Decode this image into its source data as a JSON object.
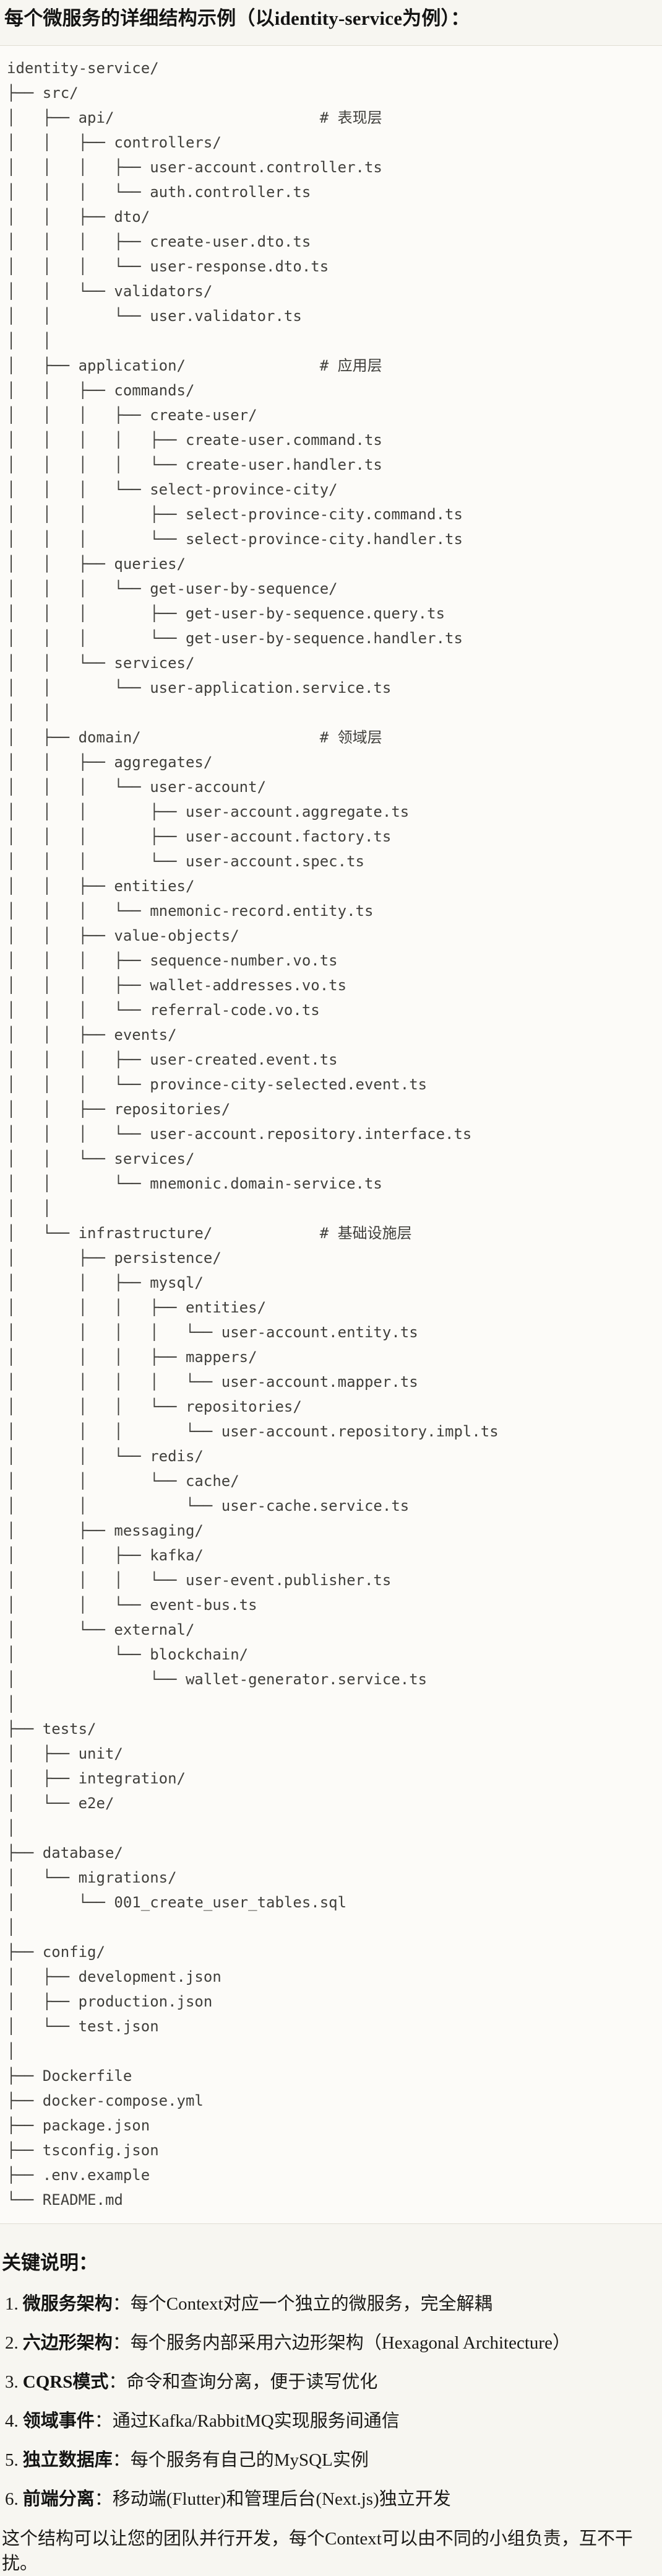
{
  "heading": "每个微服务的详细结构示例（以identity-service为例）：",
  "code_block": {
    "tree_text": "identity-service/\n├── src/\n│   ├── api/                       # 表现层\n│   │   ├── controllers/\n│   │   │   ├── user-account.controller.ts\n│   │   │   └── auth.controller.ts\n│   │   ├── dto/\n│   │   │   ├── create-user.dto.ts\n│   │   │   └── user-response.dto.ts\n│   │   └── validators/\n│   │       └── user.validator.ts\n│   │\n│   ├── application/               # 应用层\n│   │   ├── commands/\n│   │   │   ├── create-user/\n│   │   │   │   ├── create-user.command.ts\n│   │   │   │   └── create-user.handler.ts\n│   │   │   └── select-province-city/\n│   │   │       ├── select-province-city.command.ts\n│   │   │       └── select-province-city.handler.ts\n│   │   ├── queries/\n│   │   │   └── get-user-by-sequence/\n│   │   │       ├── get-user-by-sequence.query.ts\n│   │   │       └── get-user-by-sequence.handler.ts\n│   │   └── services/\n│   │       └── user-application.service.ts\n│   │\n│   ├── domain/                    # 领域层\n│   │   ├── aggregates/\n│   │   │   └── user-account/\n│   │   │       ├── user-account.aggregate.ts\n│   │   │       ├── user-account.factory.ts\n│   │   │       └── user-account.spec.ts\n│   │   ├── entities/\n│   │   │   └── mnemonic-record.entity.ts\n│   │   ├── value-objects/\n│   │   │   ├── sequence-number.vo.ts\n│   │   │   ├── wallet-addresses.vo.ts\n│   │   │   └── referral-code.vo.ts\n│   │   ├── events/\n│   │   │   ├── user-created.event.ts\n│   │   │   └── province-city-selected.event.ts\n│   │   ├── repositories/\n│   │   │   └── user-account.repository.interface.ts\n│   │   └── services/\n│   │       └── mnemonic.domain-service.ts\n│   │\n│   └── infrastructure/            # 基础设施层\n│       ├── persistence/\n│       │   ├── mysql/\n│       │   │   ├── entities/\n│       │   │   │   └── user-account.entity.ts\n│       │   │   ├── mappers/\n│       │   │   │   └── user-account.mapper.ts\n│       │   │   └── repositories/\n│       │   │       └── user-account.repository.impl.ts\n│       │   └── redis/\n│       │       └── cache/\n│       │           └── user-cache.service.ts\n│       ├── messaging/\n│       │   ├── kafka/\n│       │   │   └── user-event.publisher.ts\n│       │   └── event-bus.ts\n│       └── external/\n│           └── blockchain/\n│               └── wallet-generator.service.ts\n│\n├── tests/\n│   ├── unit/\n│   ├── integration/\n│   └── e2e/\n│\n├── database/\n│   └── migrations/\n│       └── 001_create_user_tables.sql\n│\n├── config/\n│   ├── development.json\n│   ├── production.json\n│   └── test.json\n│\n├── Dockerfile\n├── docker-compose.yml\n├── package.json\n├── tsconfig.json\n├── .env.example\n└── README.md"
  },
  "notes": {
    "heading": "关键说明：",
    "items": [
      {
        "num": "1.",
        "term": "微服务架构",
        "desc": "：每个Context对应一个独立的微服务，完全解耦"
      },
      {
        "num": "2.",
        "term": "六边形架构",
        "desc": "：每个服务内部采用六边形架构（Hexagonal Architecture）"
      },
      {
        "num": "3.",
        "term": "CQRS模式",
        "desc": "：命令和查询分离，便于读写优化"
      },
      {
        "num": "4.",
        "term": "领域事件",
        "desc": "：通过Kafka/RabbitMQ实现服务间通信"
      },
      {
        "num": "5.",
        "term": "独立数据库",
        "desc": "：每个服务有自己的MySQL实例"
      },
      {
        "num": "6.",
        "term": "前端分离",
        "desc": "：移动端(Flutter)和管理后台(Next.js)独立开发"
      }
    ]
  },
  "footer": "这个结构可以让您的团队并行开发，每个Context可以由不同的小组负责，互不干扰。"
}
